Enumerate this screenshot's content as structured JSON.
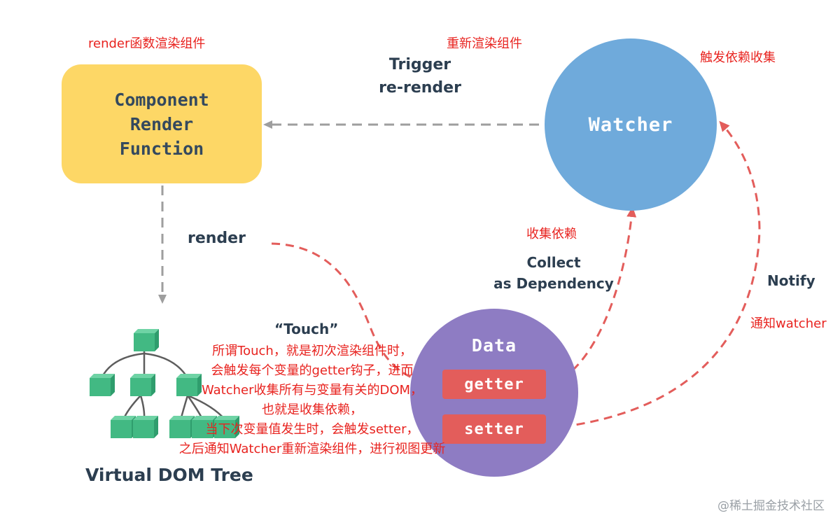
{
  "notes": {
    "render_fn": "render函数渲染组件",
    "rerender": "重新渲染组件",
    "trigger_collect": "触发依赖收集",
    "collect_dep": "收集依赖",
    "notify_watcher": "通知watcher"
  },
  "labels": {
    "trigger_line1": "Trigger",
    "trigger_line2": "re-render",
    "render": "render",
    "collect_line1": "Collect",
    "collect_line2": "as Dependency",
    "notify": "Notify",
    "touch": "“Touch”",
    "vdom": "Virtual DOM Tree"
  },
  "component": {
    "line1": "Component",
    "line2": "Render",
    "line3": "Function",
    "color": "#fdd766"
  },
  "watcher": {
    "title": "Watcher",
    "color": "#6faadb"
  },
  "data": {
    "title": "Data",
    "getter": "getter",
    "setter": "setter",
    "color": "#8e7cc3",
    "pill_color": "#e35d5b"
  },
  "touch_explanation": [
    "所谓Touch，就是初次渲染组件时，",
    "会触发每个变量的getter钩子，进而",
    "Watcher收集所有与变量有关的DOM，",
    "也就是收集依赖，",
    "当下次变量值发生时，会触发setter，",
    "之后通知Watcher重新渲染组件，进行视图更新"
  ],
  "watermark": "@稀土掘金技术社区",
  "colors": {
    "note_red": "#e8231f",
    "arrow_red": "#e35d5b",
    "arrow_gray": "#9e9e9e",
    "node_green": "#42b983"
  }
}
